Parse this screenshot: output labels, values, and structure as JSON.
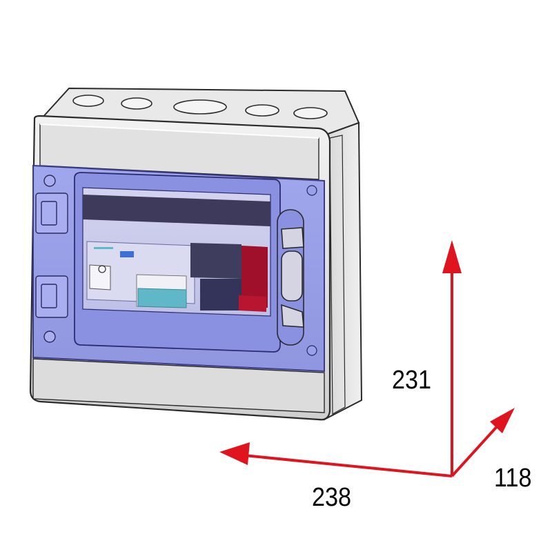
{
  "dimensions": {
    "height": "231",
    "width": "238",
    "depth": "118"
  },
  "colors": {
    "arrow": "#e0141e",
    "enclosure_body": "#e4e4e4",
    "enclosure_outline": "#2a2a2a",
    "door_tint": "#8f97e6",
    "window_panel": "#c9c9ea",
    "din_rail": "#3d3a5c",
    "breaker_dark": "#3e3d5e",
    "breaker_red": "#a0102a",
    "terminal_cyan": "#5fb7c7",
    "label_blue": "#3d6fd8"
  }
}
